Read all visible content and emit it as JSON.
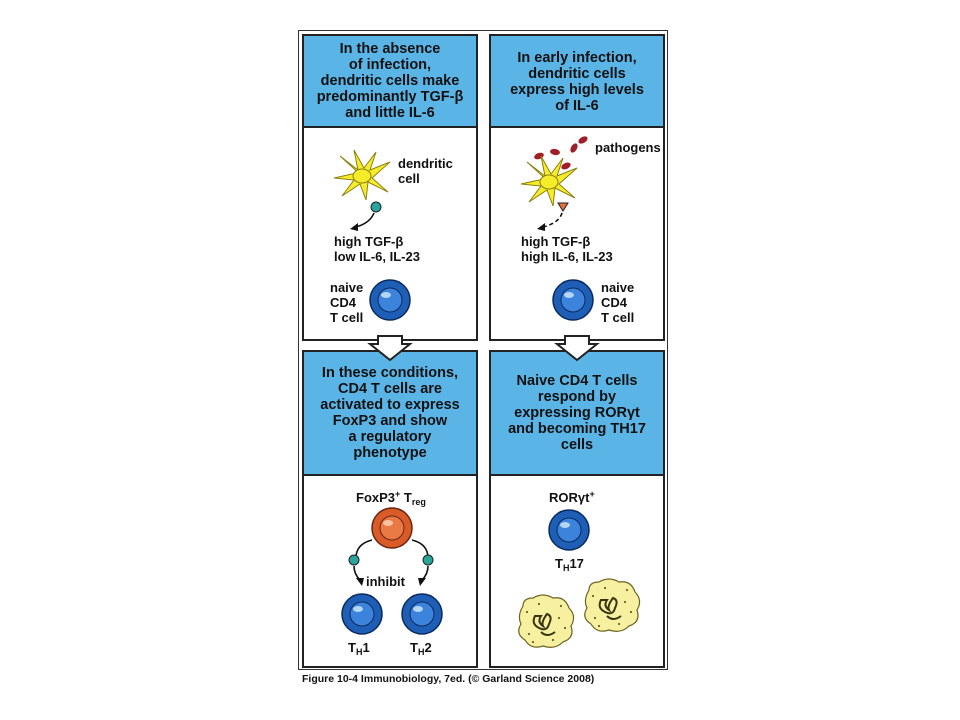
{
  "panels": {
    "top_left": {
      "header_lines": [
        "In the absence",
        "of infection,",
        "dendritic cells make",
        "predominantly TGF-β",
        "and little IL-6"
      ],
      "dendritic_label": [
        "dendritic",
        "cell"
      ],
      "cytokine_lines": [
        "high TGF-β",
        "low IL-6, IL-23"
      ],
      "naive_label": [
        "naive",
        "CD4",
        "T cell"
      ]
    },
    "top_right": {
      "header_lines": [
        "In early infection,",
        "dendritic cells",
        "express high levels",
        "of IL-6"
      ],
      "pathogens_label": "pathogens",
      "cytokine_lines": [
        "high TGF-β",
        "high IL-6, IL-23"
      ],
      "naive_label": [
        "naive",
        "CD4",
        "T cell"
      ]
    },
    "bottom_left": {
      "header_lines": [
        "In these conditions,",
        "CD4 T cells are",
        "activated to express",
        "FoxP3 and show",
        "a regulatory",
        "phenotype"
      ],
      "treg_label": {
        "main": "FoxP3",
        "sup": "+",
        "t": " T",
        "sub": "reg"
      },
      "inhibit_label": "inhibit",
      "th1_label": {
        "t": "T",
        "sub": "H",
        "n": "1"
      },
      "th2_label": {
        "t": "T",
        "sub": "H",
        "n": "2"
      }
    },
    "bottom_right": {
      "header_lines": [
        "Naive CD4 T cells",
        "respond by",
        "expressing RORγt",
        "and becoming TH17",
        "cells"
      ],
      "rorgt_label": {
        "main": "RORγt",
        "sup": "+"
      },
      "th17_label": {
        "t": "T",
        "sub": "H",
        "n": "17"
      }
    }
  },
  "caption": "Figure 10-4  Immunobiology, 7ed. (© Garland Science 2008)",
  "colors": {
    "header_blue": "#5bb4e6",
    "tcell_blue": "#1e5fb5",
    "treg_orange": "#d95b28",
    "dendritic_yellow": "#f7ec2a",
    "pathogen_red": "#a11d2a",
    "cytokine_teal": "#2aa59c",
    "il6_orange": "#e8703a",
    "neutrophil_yellow": "#f6f0a0"
  }
}
